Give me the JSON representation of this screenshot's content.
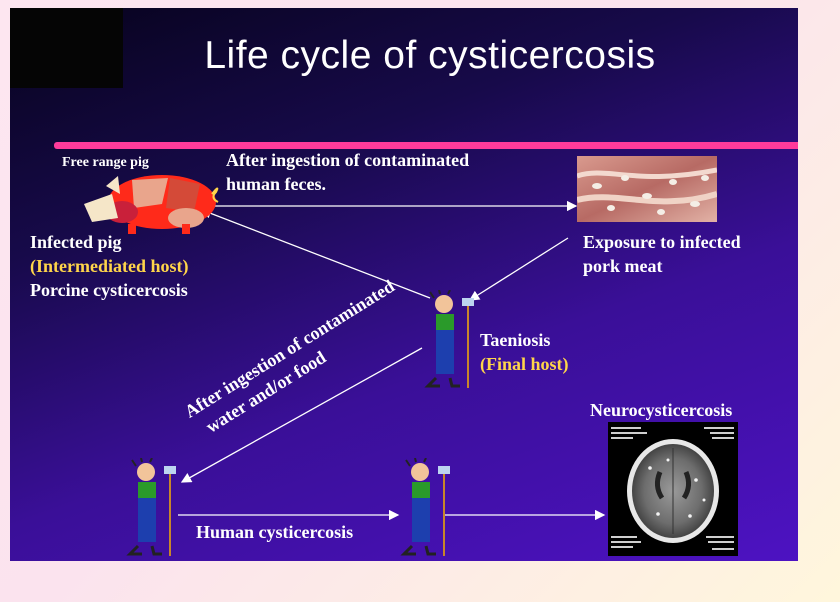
{
  "title": "Life cycle of cysticercosis",
  "labels": {
    "free_range_pig": "Free range pig",
    "ingestion_feces_1": "After  ingestion  of   contaminated",
    "ingestion_feces_2": "human   feces.",
    "infected_pig": "Infected  pig",
    "intermediate_host": "(Intermediated host)",
    "porcine": "Porcine  cysticercosis",
    "exposure_1": "Exposure to  infected",
    "exposure_2": "pork  meat",
    "taeniosis": "Taeniosis",
    "final_host": "(Final host)",
    "ingestion_water_1": "After ingestion of contaminated",
    "ingestion_water_2": "water  and/or  food",
    "human_cysticercosis": "Human cysticercosis",
    "neurocysticercosis": "Neurocysticercosis"
  },
  "colors": {
    "accent_band": "#ff3b9b",
    "highlight_text": "#ffd54a",
    "slide_background": "#3a0f98",
    "pig_body": "#ff2a1a"
  },
  "icons": [
    "pig-icon",
    "meat-photo",
    "farmer-figure-icon",
    "brain-ct-scan"
  ]
}
